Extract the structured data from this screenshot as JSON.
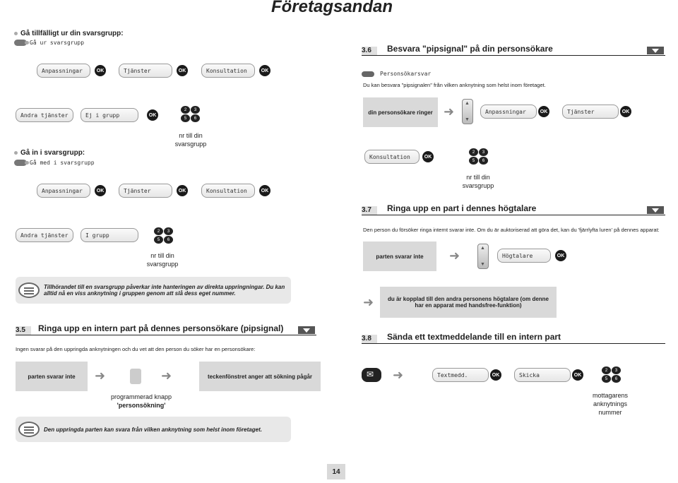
{
  "header": {
    "title": "Företagsandan"
  },
  "left": {
    "leave_group": {
      "heading": "Gå tillfälligt ur din svarsgrupp:",
      "sub": "Gå ur svarsgrupp",
      "keys_row1": [
        "Anpassningar",
        "Tjänster",
        "Konsultation"
      ],
      "keys_row2": [
        "Andra tjänster",
        "Ej i grupp"
      ],
      "caption": [
        "nr till din",
        "svarsgrupp"
      ]
    },
    "join_group": {
      "heading": "Gå in i svarsgrupp:",
      "sub": "Gå med i svarsgrupp",
      "keys_row1": [
        "Anpassningar",
        "Tjänster",
        "Konsultation"
      ],
      "keys_row2": [
        "Andra tjänster",
        "I grupp"
      ],
      "caption": [
        "nr till din",
        "svarsgrupp"
      ]
    },
    "note1": "Tillhörandet till en svarsgrupp påverkar inte hanteringen av direkta uppringningar. Du kan alltid nå en viss anknytning i gruppen genom att slå dess eget nummer.",
    "section35": {
      "num": "3.5",
      "title": "Ringa upp en intern part på dennes personsökare (pipsignal)",
      "text": "Ingen svarar på den uppringda anknytningen och du vet att den person du söker har en personsökare:",
      "box1": "parten svarar inte",
      "box2": "teckenfönstret anger att sökning pågår",
      "caption": [
        "programmerad knapp",
        "'personsökning'"
      ]
    },
    "note2": "Den uppringda parten kan svara från vilken anknytning som helst inom företaget."
  },
  "right": {
    "section36": {
      "num": "3.6",
      "title": "Besvara \"pipsignal\" på din personsökare",
      "sub": "Personsökarsvar",
      "text": "Du kan besvara \"pipsignalen\" från vilken anknytning som helst inom företaget.",
      "box": "din personsökare ringer",
      "keys_a": [
        "Anpassningar",
        "Tjänster"
      ],
      "key_b": "Konsultation",
      "caption": [
        "nr till din",
        "svarsgrupp"
      ]
    },
    "section37": {
      "num": "3.7",
      "title": "Ringa upp en part i dennes högtalare",
      "text": "Den person du försöker ringa internt svarar inte. Om du är auktoriserad att göra det, kan du 'fjärrlyfta luren' på dennes apparat:",
      "box1": "parten svarar inte",
      "key": "Högtalare",
      "box2": "du är kopplad till den andra personens högtalare (om denne har en apparat med handsfree-funktion)"
    },
    "section38": {
      "num": "3.8",
      "title": "Sända ett textmeddelande till en intern part",
      "keys": [
        "Textmedd.",
        "Skicka"
      ],
      "caption": [
        "mottagarens",
        "anknytnings",
        "nummer"
      ]
    }
  },
  "common": {
    "ok": "OK",
    "keypad": [
      "2",
      "3",
      "5",
      "6"
    ]
  },
  "footer": {
    "page": "14"
  }
}
